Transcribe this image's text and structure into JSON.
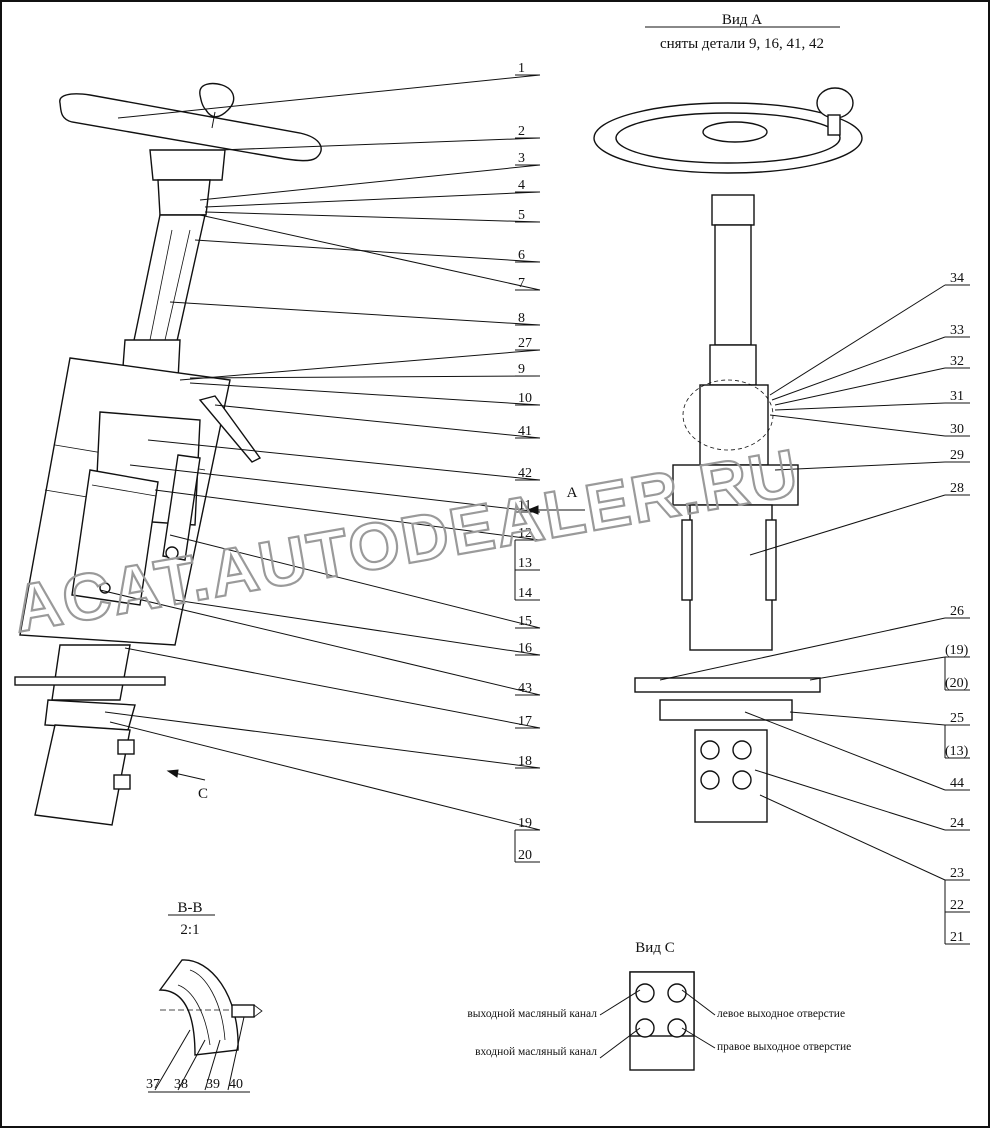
{
  "view_a": {
    "title": "Вид А",
    "subtitle": "сняты детали 9, 16, 41, 42"
  },
  "view_c": {
    "title": "Вид С"
  },
  "section_bb": {
    "title": "B-B",
    "scale": "2:1"
  },
  "arrows": {
    "a": "A",
    "c": "C"
  },
  "watermark": "ACAT.AUTODEALER.RU",
  "left_callouts": [
    "1",
    "2",
    "3",
    "4",
    "5",
    "6",
    "7",
    "8",
    "27",
    "9",
    "10",
    "41",
    "42",
    "11",
    "12",
    "13",
    "14",
    "15",
    "16",
    "43",
    "17",
    "18",
    "19",
    "20"
  ],
  "right_callouts": [
    "34",
    "33",
    "32",
    "31",
    "30",
    "29",
    "28",
    "26",
    "(19)",
    "(20)",
    "25",
    "(13)",
    "44",
    "24",
    "23",
    "22",
    "21"
  ],
  "section_callouts": [
    "37",
    "38",
    "39",
    "40"
  ],
  "view_c_labels": {
    "out_oil": "выходной масляный канал",
    "in_oil": "входной масляный канал",
    "left_out": "левое выходное отверстие",
    "right_out": "правое выходное отверстие"
  }
}
